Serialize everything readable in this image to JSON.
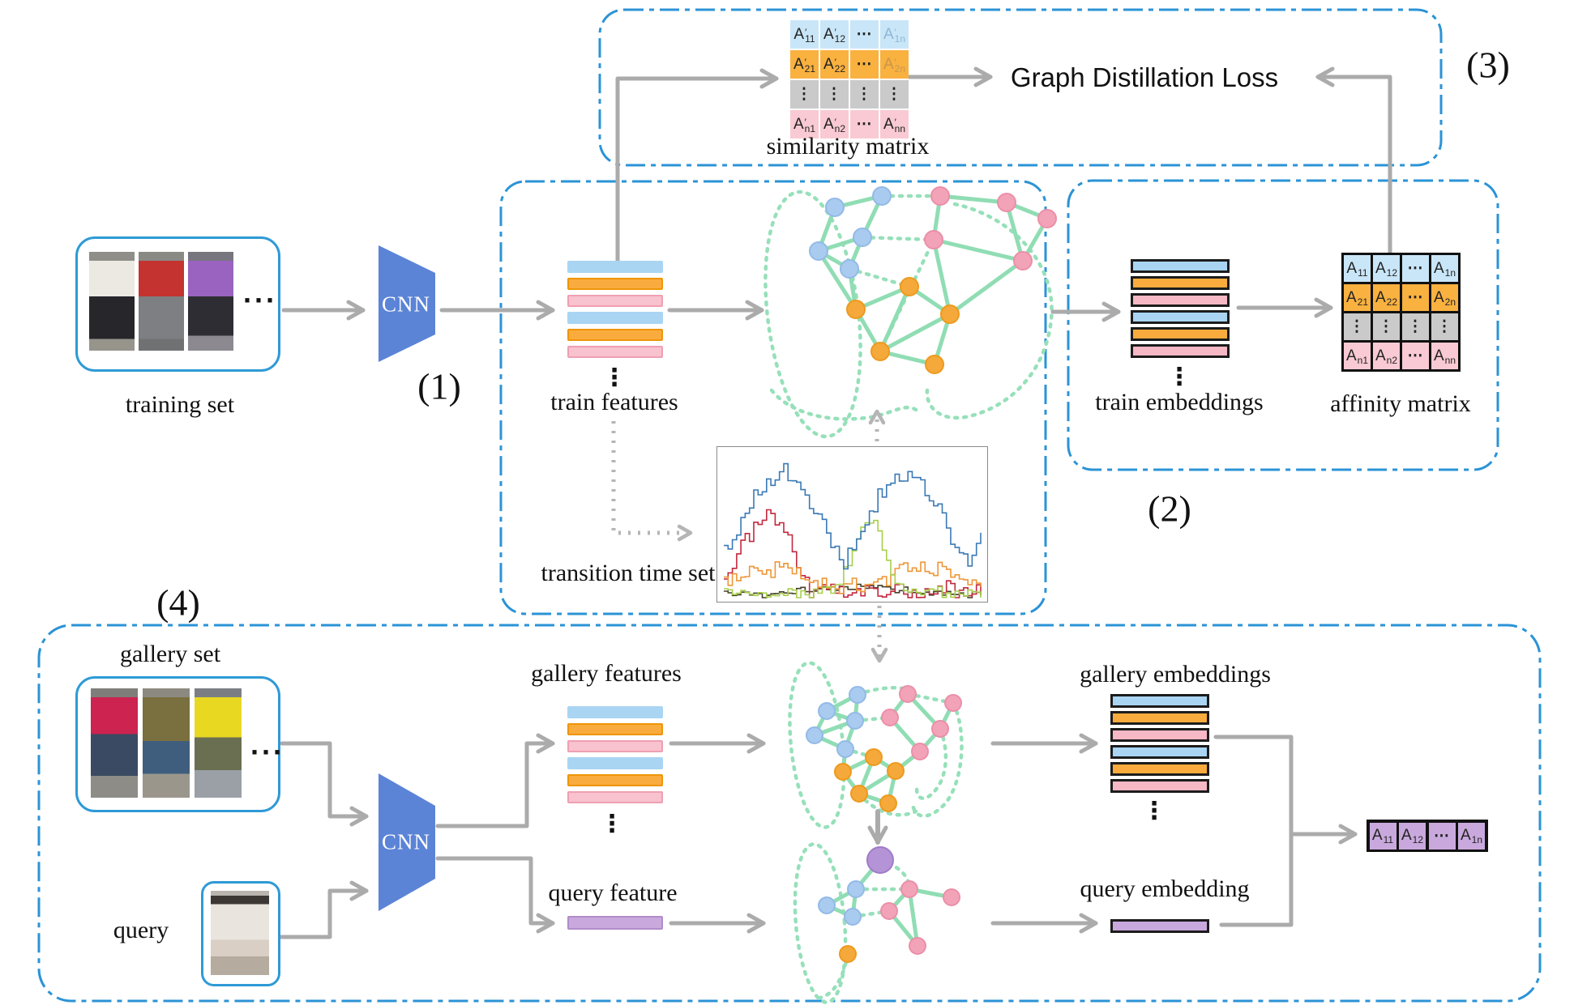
{
  "figure": {
    "panel_labels": {
      "p1": "(1)",
      "p2": "(2)",
      "p3": "(3)",
      "p4": "(4)"
    },
    "labels": {
      "training_set": "training set",
      "train_features": "train features",
      "transition_time_set": "transition time set",
      "similarity_matrix": "similarity matrix",
      "graph_distillation_loss": "Graph Distillation Loss",
      "train_embeddings": "train embeddings",
      "affinity_matrix": "affinity matrix",
      "gallery_set": "gallery set",
      "query": "query",
      "gallery_features": "gallery features",
      "query_feature": "query feature",
      "gallery_embeddings": "gallery embeddings",
      "query_embedding": "query embedding",
      "cnn": "CNN"
    },
    "ellipsis_h": "···",
    "ellipsis_v": "⋮",
    "similarity_matrix": {
      "rows": [
        {
          "color": "rb",
          "cells": [
            {
              "base": "A",
              "prime": "′",
              "sub": "11"
            },
            {
              "base": "A",
              "prime": "′",
              "sub": "12"
            },
            {
              "dots": "⋯"
            },
            {
              "base": "A",
              "prime": "′",
              "sub": "1n",
              "muted": true
            }
          ]
        },
        {
          "color": "ro",
          "cells": [
            {
              "base": "A",
              "prime": "′",
              "sub": "21"
            },
            {
              "base": "A",
              "prime": "′",
              "sub": "22"
            },
            {
              "dots": "⋯"
            },
            {
              "base": "A",
              "prime": "′",
              "sub": "2n",
              "muted": true
            }
          ]
        },
        {
          "color": "rg",
          "cells": [
            {
              "dots": "⋮"
            },
            {
              "dots": "⋮"
            },
            {
              "dots": "⋮"
            },
            {
              "dots": "⋮"
            }
          ]
        },
        {
          "color": "rp",
          "cells": [
            {
              "base": "A",
              "prime": "′",
              "sub": "n1"
            },
            {
              "base": "A",
              "prime": "′",
              "sub": "n2"
            },
            {
              "dots": "⋯"
            },
            {
              "base": "A",
              "prime": "′",
              "sub": "nn"
            }
          ]
        }
      ]
    },
    "affinity_matrix": {
      "rows": [
        {
          "color": "rb",
          "cells": [
            {
              "base": "A",
              "sub": "11"
            },
            {
              "base": "A",
              "sub": "12"
            },
            {
              "dots": "⋯"
            },
            {
              "base": "A",
              "sub": "1n"
            }
          ]
        },
        {
          "color": "ro",
          "cells": [
            {
              "base": "A",
              "sub": "21"
            },
            {
              "base": "A",
              "sub": "22"
            },
            {
              "dots": "⋯"
            },
            {
              "base": "A",
              "sub": "2n"
            }
          ]
        },
        {
          "color": "rg",
          "cells": [
            {
              "dots": "⋮"
            },
            {
              "dots": "⋮"
            },
            {
              "dots": "⋮"
            },
            {
              "dots": "⋮"
            }
          ]
        },
        {
          "color": "rp",
          "cells": [
            {
              "base": "A",
              "sub": "n1"
            },
            {
              "base": "A",
              "sub": "n2"
            },
            {
              "dots": "⋯"
            },
            {
              "base": "A",
              "sub": "nn"
            }
          ]
        }
      ]
    },
    "query_affinity_row": {
      "rows": [
        {
          "color": "rq",
          "cells": [
            {
              "base": "A",
              "sub": "11"
            },
            {
              "base": "A",
              "sub": "12"
            },
            {
              "dots": "⋯"
            },
            {
              "base": "A",
              "sub": "1n"
            }
          ]
        }
      ]
    },
    "colors": {
      "box_dash_blue": "#2B93D6",
      "arrow_gray": "#ABABAB",
      "bar_blue": "#A9D5F3",
      "bar_orange": "#F9AC3D",
      "bar_pink": "#F8C2CE",
      "bar_purple": "#C9A9DD",
      "node_blue": "#A9CBEF",
      "node_pink": "#F2A3B8",
      "node_orange": "#F5A93B",
      "node_purple": "#B593D7",
      "edge_green": "#90DDB4",
      "cnn_blue": "#5B84D7"
    }
  }
}
